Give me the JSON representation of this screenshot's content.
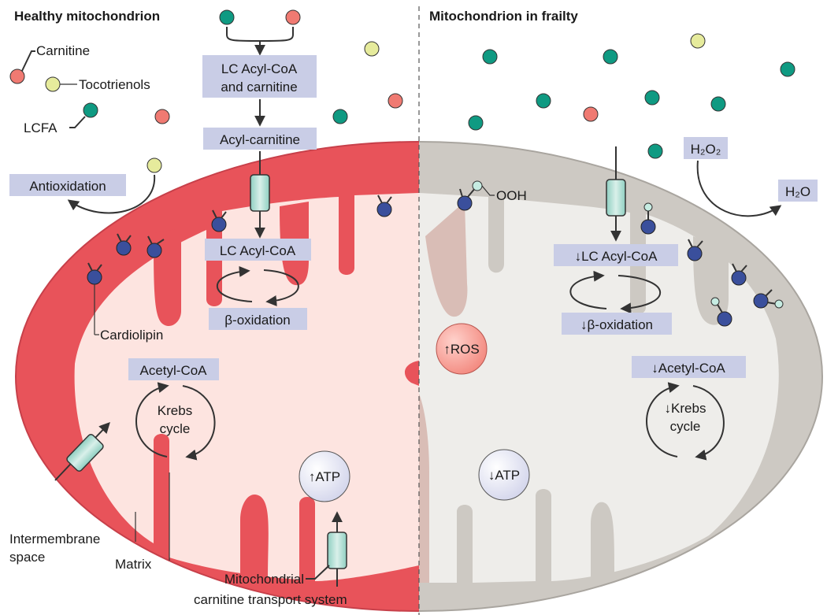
{
  "titles": {
    "left": "Healthy mitochondrion",
    "right": "Mitochondrion in frailty"
  },
  "legend": {
    "carnitine": "Carnitine",
    "tocotrienols": "Tocotrienols",
    "lcfa": "LCFA"
  },
  "left": {
    "lc_acyl_coa_and_carnitine_line1": "LC Acyl-CoA",
    "lc_acyl_coa_and_carnitine_line2": "and carnitine",
    "acyl_carnitine": "Acyl-carnitine",
    "lc_acyl_coa": "LC Acyl-CoA",
    "beta_oxidation": "β-oxidation",
    "antioxidation": "Antioxidation",
    "cardiolipin": "Cardiolipin",
    "acetyl_coa": "Acetyl-CoA",
    "krebs_line1": "Krebs",
    "krebs_line2": "cycle",
    "atp": "↑ATP",
    "intermembrane_line1": "Intermembrane",
    "intermembrane_line2": "space",
    "matrix": "Matrix",
    "transport_line1": "Mitochondrial",
    "transport_line2": "carnitine transport system"
  },
  "right": {
    "ooh": "OOH",
    "h2o2": "H₂O₂",
    "h2o": "H₂O",
    "lc_acyl_coa": "↓LC Acyl-CoA",
    "beta_oxidation": "↓β-oxidation",
    "ros": "↑ROS",
    "acetyl_coa": "↓Acetyl-CoA",
    "krebs_line1": "↓Krebs",
    "krebs_line2": "cycle",
    "atp": "↓ATP"
  },
  "colors": {
    "healthy_outer": "#e8535a",
    "healthy_inner": "#fde4e0",
    "frail_outer": "#cdc9c3",
    "frail_inner": "#eeedea",
    "carnitine": "#f07a72",
    "tocotrienol": "#e6eb9c",
    "lcfa": "#0f9a82",
    "label_box": "#c9cde6",
    "cardiolipin": "#3a4f9c"
  }
}
